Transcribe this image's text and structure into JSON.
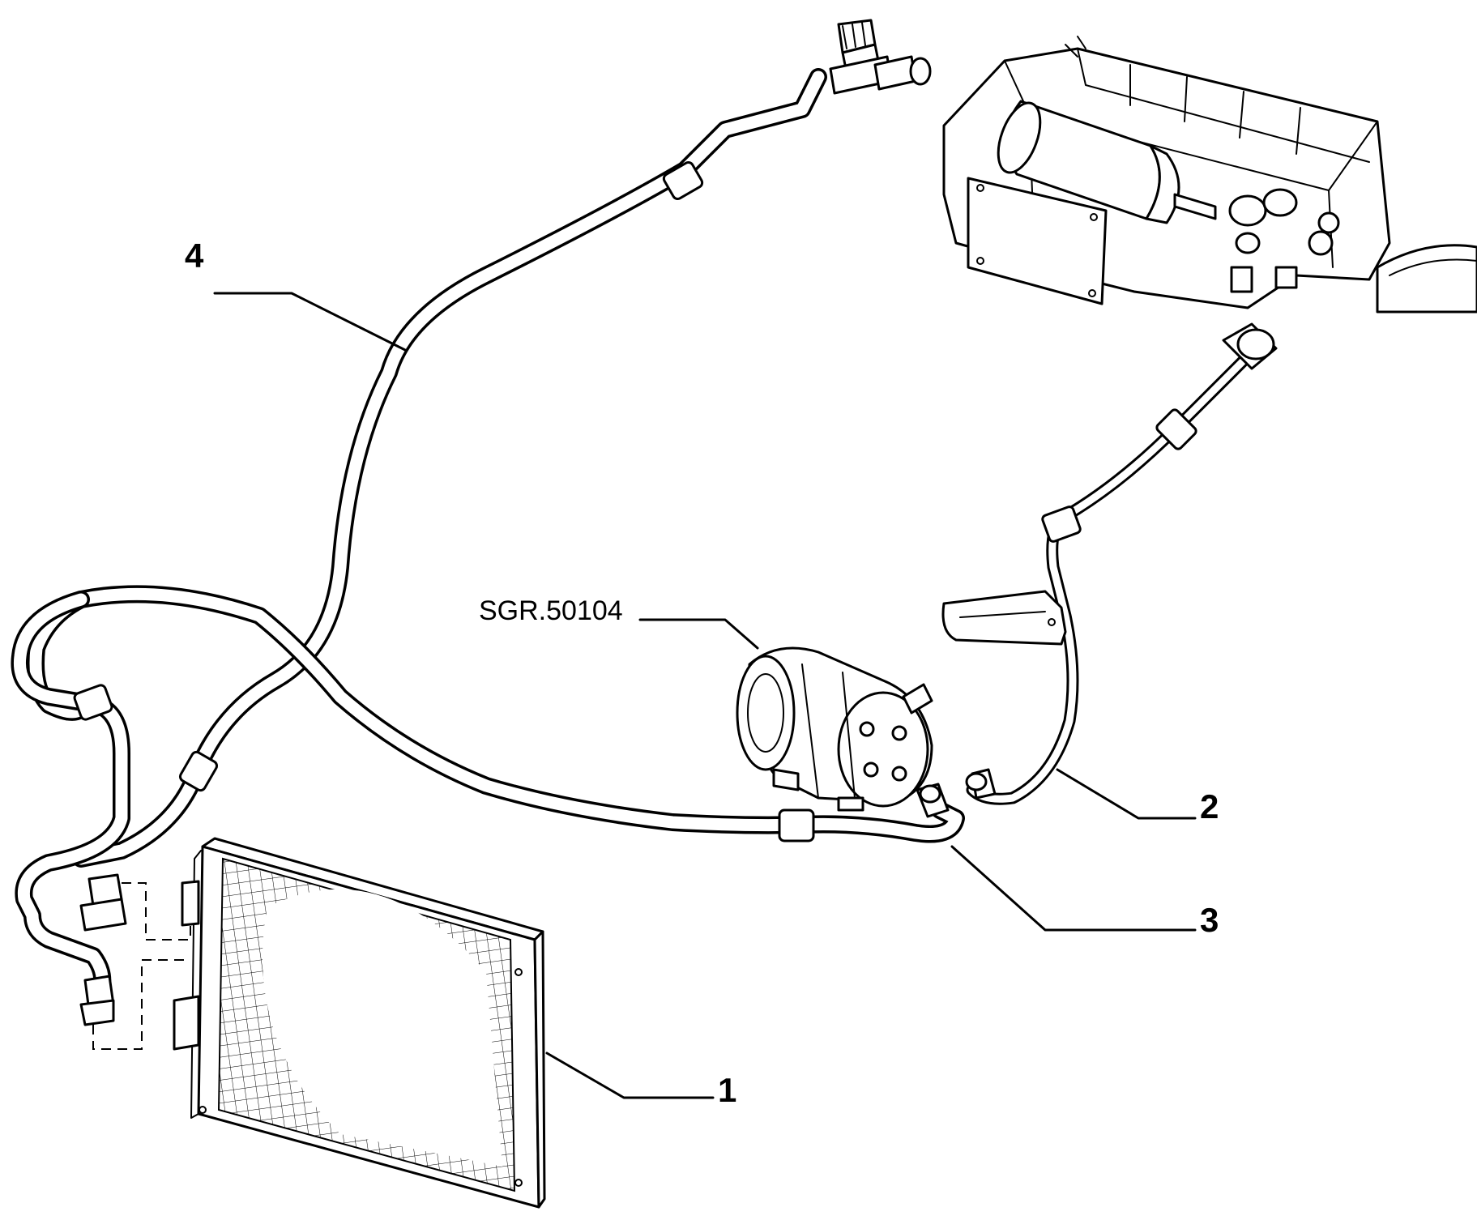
{
  "callouts": {
    "item_1": "1",
    "item_2": "2",
    "item_3": "3",
    "item_4": "4",
    "compressor_ref": "SGR.50104"
  }
}
